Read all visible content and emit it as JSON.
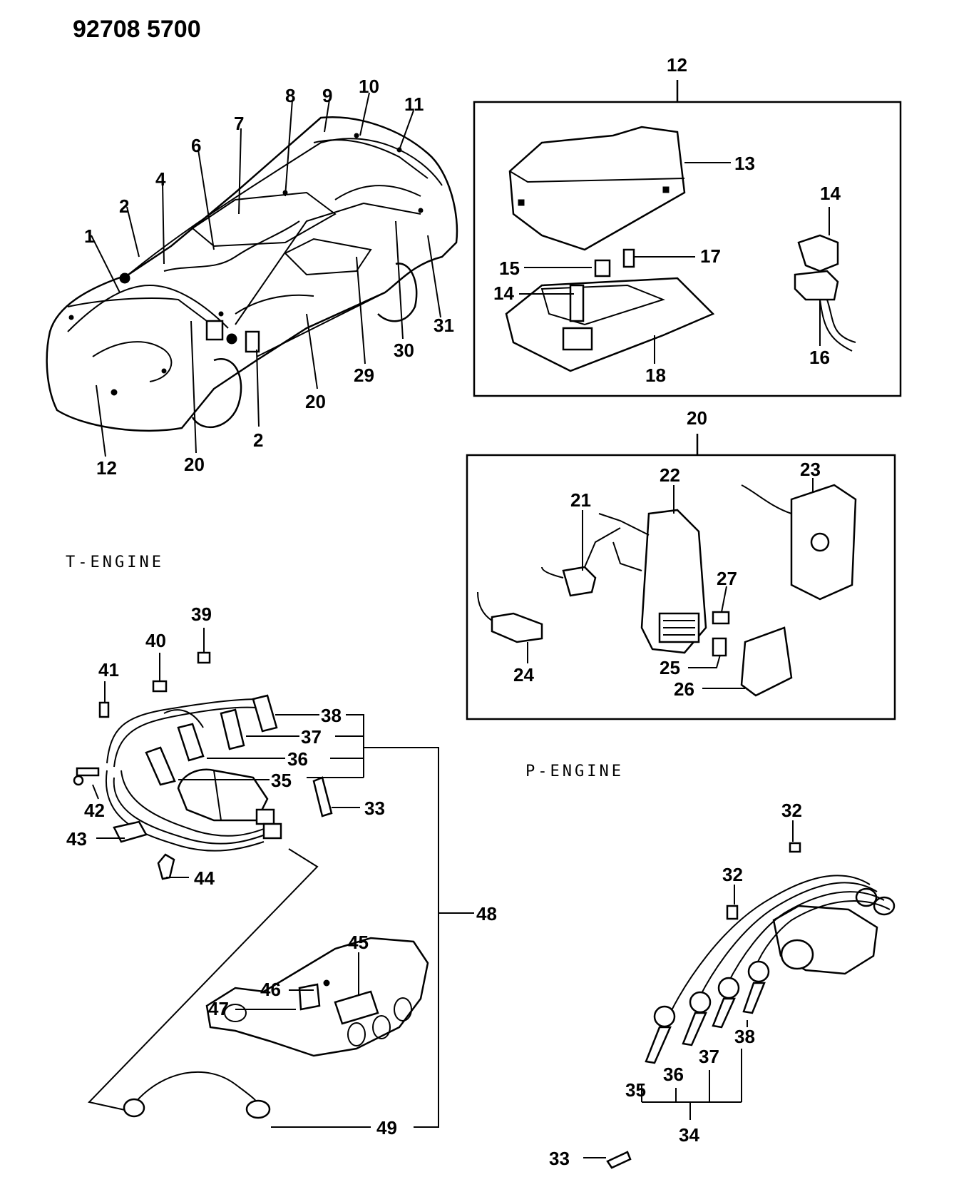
{
  "doc_number": "92708 5700",
  "engines": {
    "t_engine": "T-ENGINE",
    "p_engine": "P-ENGINE"
  },
  "callouts": {
    "c1": "1",
    "c2a": "2",
    "c2b": "2",
    "c4": "4",
    "c6": "6",
    "c7": "7",
    "c8": "8",
    "c9": "9",
    "c10": "10",
    "c11": "11",
    "c12a": "12",
    "c12b": "12",
    "c13": "13",
    "c14a": "14",
    "c14b": "14",
    "c15": "15",
    "c16": "16",
    "c17": "17",
    "c18": "18",
    "c20a": "20",
    "c20b": "20",
    "c20c": "20",
    "c21": "21",
    "c22": "22",
    "c23": "23",
    "c24": "24",
    "c25": "25",
    "c26": "26",
    "c27": "27",
    "c29": "29",
    "c30": "30",
    "c31": "31",
    "c32a": "32",
    "c32b": "32",
    "c33a": "33",
    "c33b": "33",
    "c34": "34",
    "c35a": "35",
    "c35b": "35",
    "c36a": "36",
    "c36b": "36",
    "c37a": "37",
    "c37b": "37",
    "c38a": "38",
    "c38b": "38",
    "c39": "39",
    "c40": "40",
    "c41": "41",
    "c42": "42",
    "c43": "43",
    "c44": "44",
    "c45": "45",
    "c46": "46",
    "c47": "47",
    "c48": "48",
    "c49": "49"
  }
}
